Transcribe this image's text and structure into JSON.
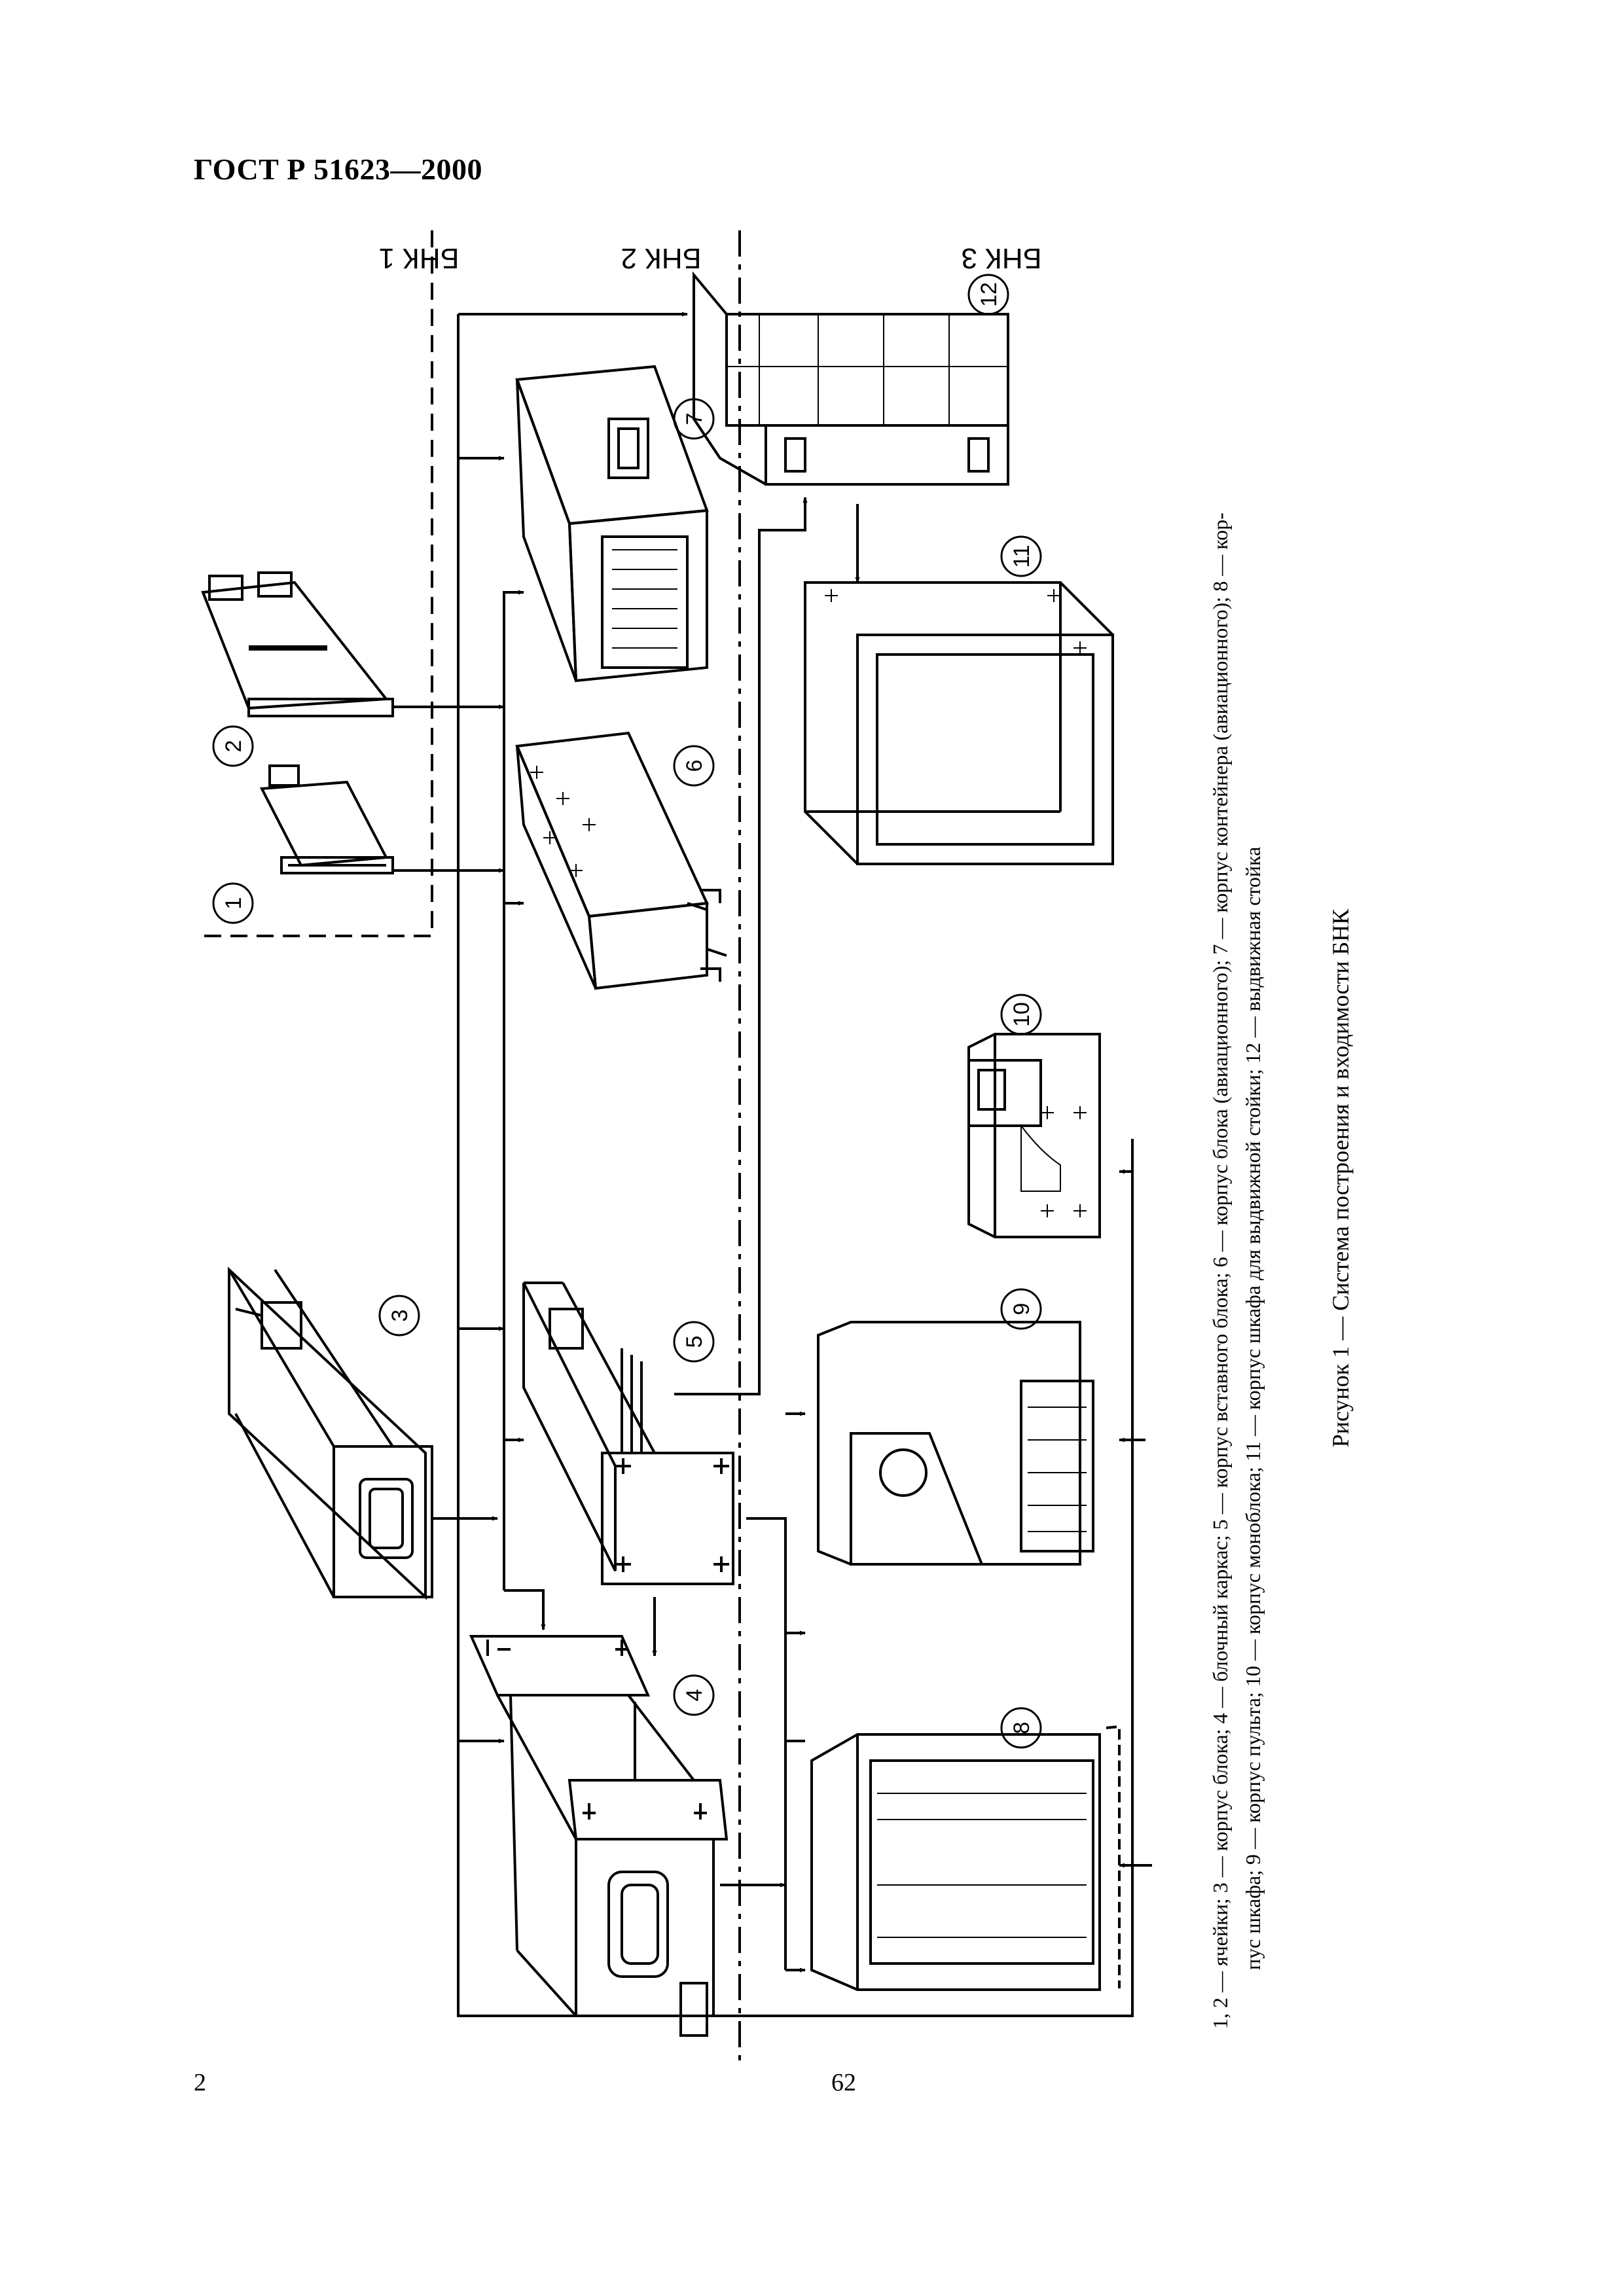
{
  "header": {
    "standard": "ГОСТ Р 51623—2000"
  },
  "zones": {
    "bnk1": "БНК 1",
    "bnk2": "БНК 2",
    "bnk3": "БНК 3"
  },
  "items": {
    "n1": "1",
    "n2": "2",
    "n3": "3",
    "n4": "4",
    "n5": "5",
    "n6": "6",
    "n7": "7",
    "n8": "8",
    "n9": "9",
    "n10": "10",
    "n11": "11",
    "n12": "12"
  },
  "legend": {
    "line1": "1, 2 — ячейки; 3 — корпус блока; 4 — блочный каркас; 5 — корпус вставного блока; 6 — корпус блока (авиационного); 7 — корпус контейнера (авиационного); 8 — кор-",
    "line2": "пус шкафа; 9 — корпус пульта; 10 — корпус моноблока; 11 — корпус шкафа для выдвижной стойки; 12 — выдвижная стойка"
  },
  "caption": "Рисунок 1 — Система построения и входимости БНК",
  "footer": {
    "page_left": "2",
    "page_center": "62"
  }
}
